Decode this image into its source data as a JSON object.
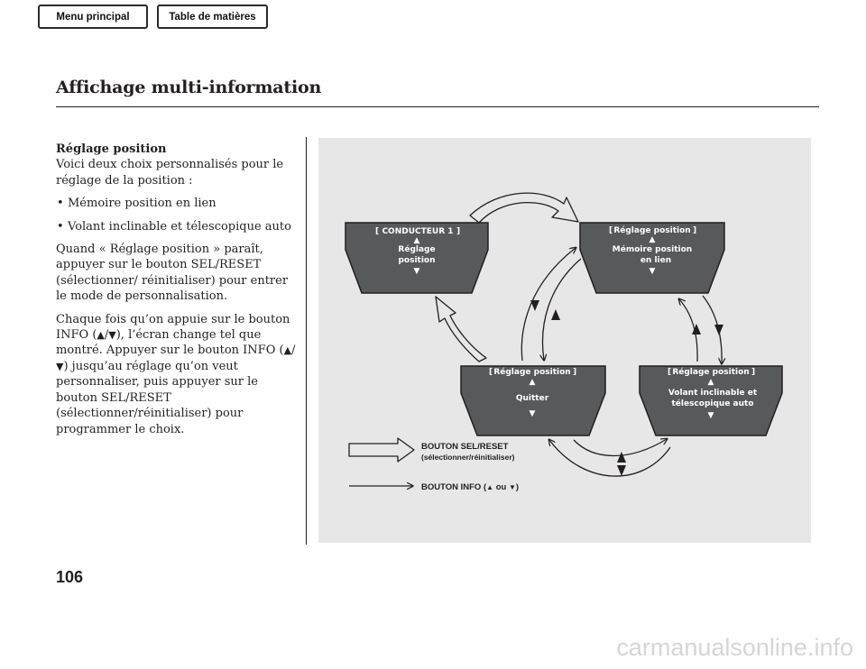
{
  "nav": {
    "menu_label": "Menu principal",
    "toc_label": "Table de matières"
  },
  "page": {
    "title": "Affichage multi-information",
    "number": "106",
    "watermark": "carmanualsonline.info"
  },
  "body": {
    "heading": "Réglage position",
    "intro": "Voici deux choix personnalisés pour le réglage de la position :",
    "bullets": [
      "Mémoire position en lien",
      "Volant inclinable et télescopique auto"
    ],
    "para1": "Quand « Réglage position » paraît, appuyer sur le bouton SEL/RESET (sélectionner/ réinitialiser) pour entrer le mode de personnalisation.",
    "para2_a": "Chaque fois qu’on appuie sur le bouton INFO (",
    "para2_b": "), l’écran change tel que montré. Appuyer sur le bouton INFO (",
    "para2_c": ") jusqu’au réglage qu’on veut personnaliser, puis appuyer sur le bouton SEL/RESET (sélectionner/réinitialiser) pour programmer le choix."
  },
  "diagram": {
    "screens": {
      "driver": {
        "header": "CONDUCTEUR 1",
        "lines": [
          "Réglage",
          "position"
        ]
      },
      "memory": {
        "header": "Réglage position",
        "lines": [
          "Mémoire position",
          "en lien"
        ]
      },
      "quit": {
        "header": "Réglage position",
        "lines": [
          "Quitter"
        ]
      },
      "steering": {
        "header": "Réglage position",
        "lines": [
          "Volant inclinable et",
          "télescopique auto"
        ]
      }
    },
    "legend": {
      "sel_line1": "BOUTON SEL/RESET",
      "sel_line2": "(sélectionner/réinitialiser)",
      "info_prefix": "BOUTON INFO (",
      "info_middle": "ou",
      "info_suffix": ")"
    },
    "colors": {
      "screen_fill": "#58595b",
      "panel_bg": "#e7e7e8",
      "ink": "#231f20"
    }
  }
}
